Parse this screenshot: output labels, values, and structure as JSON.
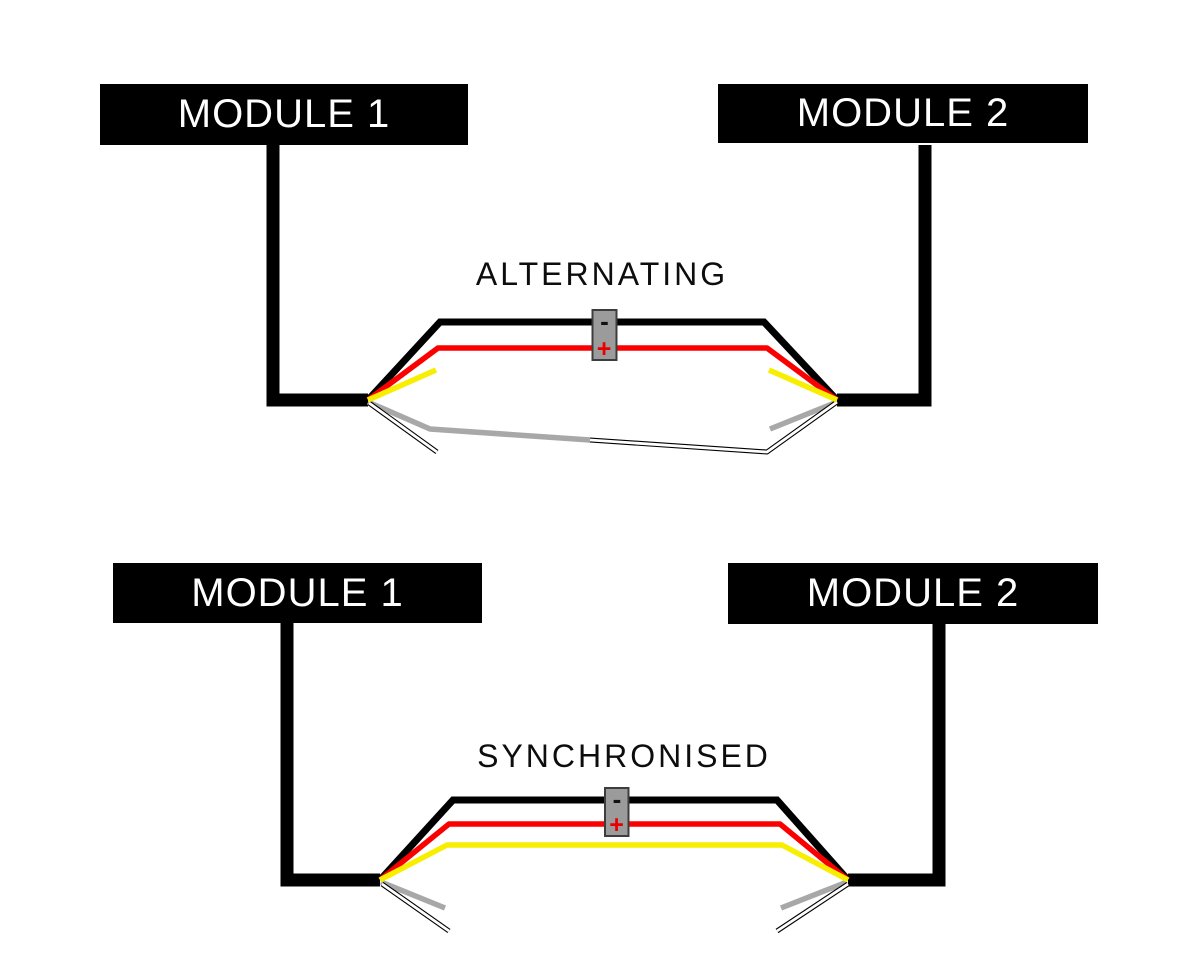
{
  "colors": {
    "background": "#ffffff",
    "module_bg": "#000000",
    "module_text": "#ffffff",
    "wire_black": "#000000",
    "wire_red": "#fb0000",
    "wire_yellow": "#f8ee00",
    "wire_grey": "#a8a8a8",
    "wire_white_inner": "#ffffff",
    "wire_white_outline": "#000000",
    "battery_fill": "#9b9b9b",
    "battery_border": "#3d3d3d",
    "battery_minus_color": "#111111",
    "battery_plus_color": "#e80000"
  },
  "diagrams": [
    {
      "title": "ALTERNATING",
      "modules": [
        {
          "label": "MODULE 1"
        },
        {
          "label": "MODULE 2"
        }
      ],
      "battery": {
        "minus_label": "-",
        "plus_label": "+"
      }
    },
    {
      "title": "SYNCHRONISED",
      "modules": [
        {
          "label": "MODULE 1"
        },
        {
          "label": "MODULE 2"
        }
      ],
      "battery": {
        "minus_label": "-",
        "plus_label": "+"
      }
    }
  ]
}
